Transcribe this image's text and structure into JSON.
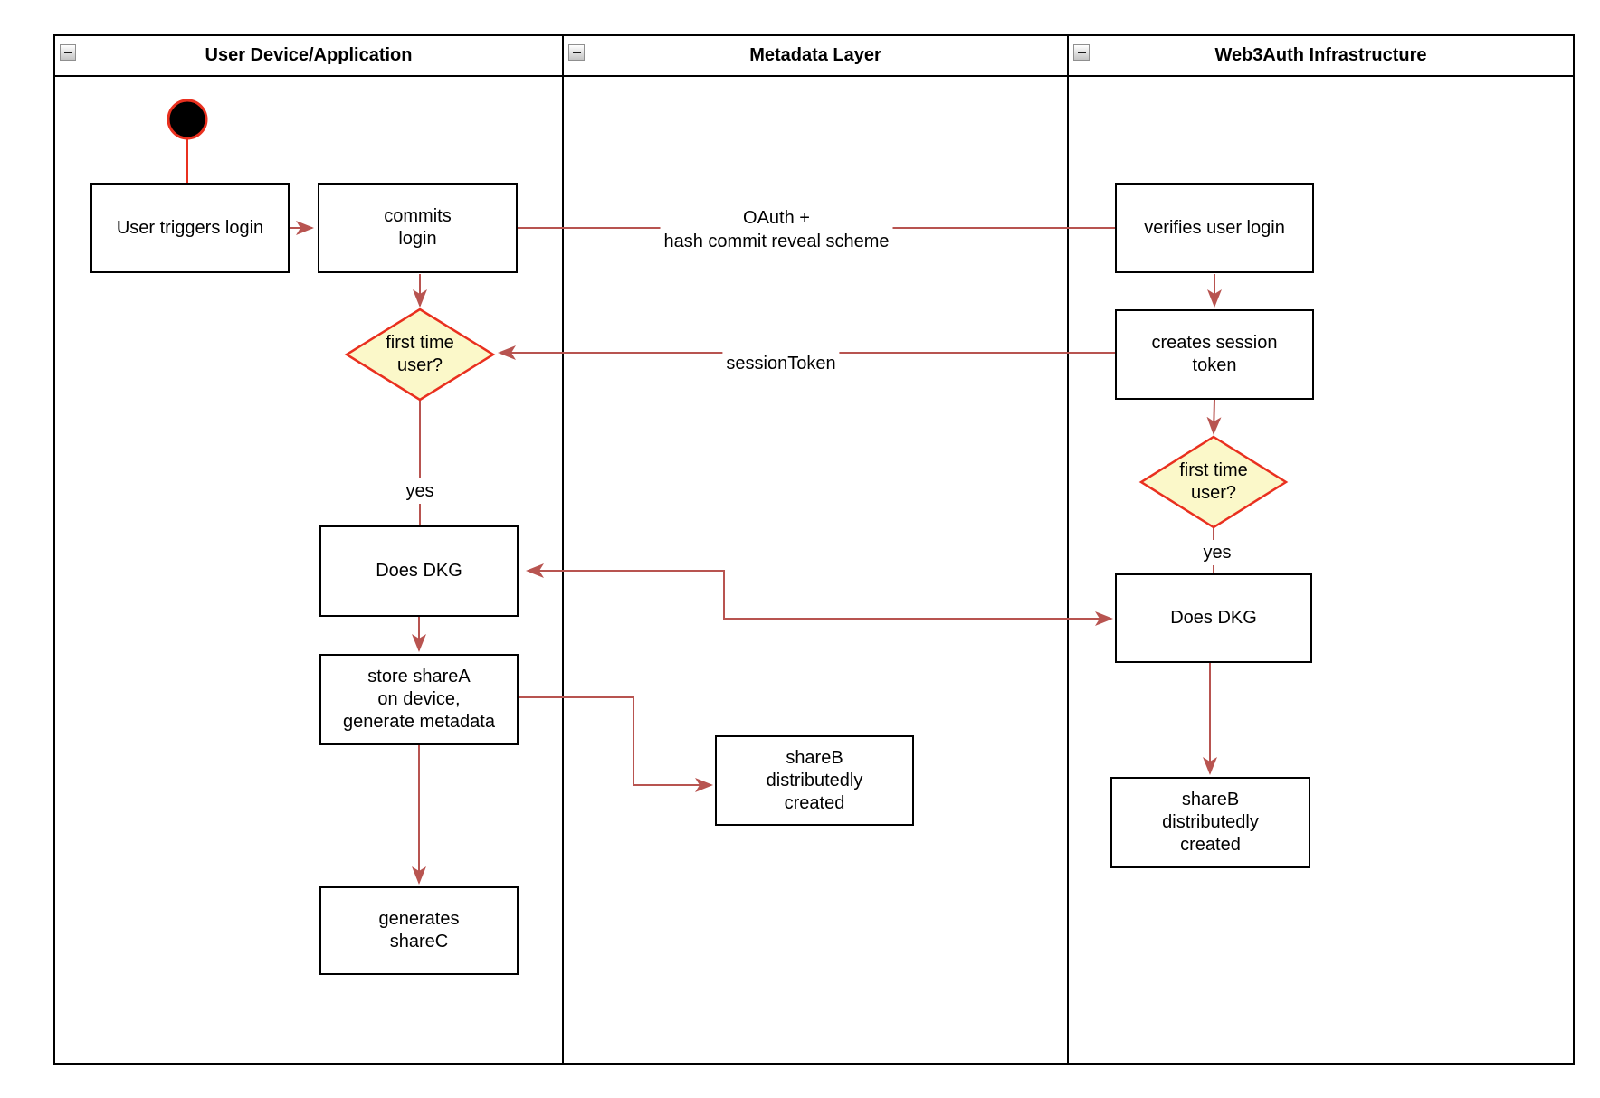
{
  "diagram": {
    "lanes": [
      {
        "title": "User Device/Application"
      },
      {
        "title": "Metadata Layer"
      },
      {
        "title": "Web3Auth Infrastructure"
      }
    ],
    "nodes": {
      "user_triggers_login": "User triggers login",
      "commits_login": "commits\nlogin",
      "first_time_user_left": "first time\nuser?",
      "does_dkg_left": "Does DKG",
      "store_sharea": "store shareA\non device,\ngenerate metadata",
      "generates_sharec": "generates\nshareC",
      "shareb_metadata": "shareB\ndistributedly\ncreated",
      "verifies_user_login": "verifies user login",
      "creates_session_token": "creates session\ntoken",
      "first_time_user_right": "first time\nuser?",
      "does_dkg_right": "Does DKG",
      "shareb_infra": "shareB\ndistributedly\ncreated"
    },
    "edge_labels": {
      "oauth": "OAuth +\nhash commit reveal scheme",
      "session_token": "sessionToken",
      "yes_left": "yes",
      "yes_right": "yes"
    },
    "colors": {
      "connector": "#b85450",
      "decision_border": "#e9301f",
      "decision_fill": "#fbf8c9",
      "start_fill": "#000000",
      "start_border": "#e9301f",
      "node_border": "#000000"
    }
  }
}
